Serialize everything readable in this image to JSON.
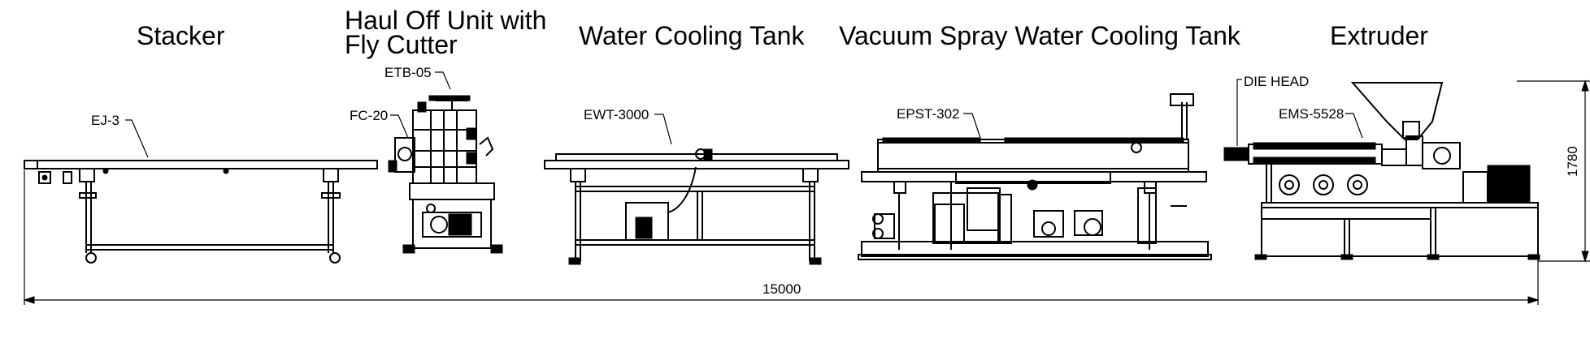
{
  "sections": [
    {
      "id": "stacker",
      "title_lines": [
        "Stacker"
      ],
      "model": "EJ-3"
    },
    {
      "id": "haul-off",
      "title_lines": [
        "Haul Off Unit with",
        "Fly Cutter"
      ],
      "models": [
        "ETB-05",
        "FC-20"
      ]
    },
    {
      "id": "water-cooling",
      "title_lines": [
        "Water Cooling Tank"
      ],
      "model": "EWT-3000"
    },
    {
      "id": "vacuum-spray",
      "title_lines": [
        "Vacuum Spray Water Cooling Tank"
      ],
      "model": "EPST-302"
    },
    {
      "id": "extruder",
      "title_lines": [
        "Extruder"
      ],
      "models": [
        "DIE HEAD",
        "EMS-5528"
      ]
    }
  ],
  "dimensions": {
    "total_length": "15000",
    "height": "1780"
  }
}
